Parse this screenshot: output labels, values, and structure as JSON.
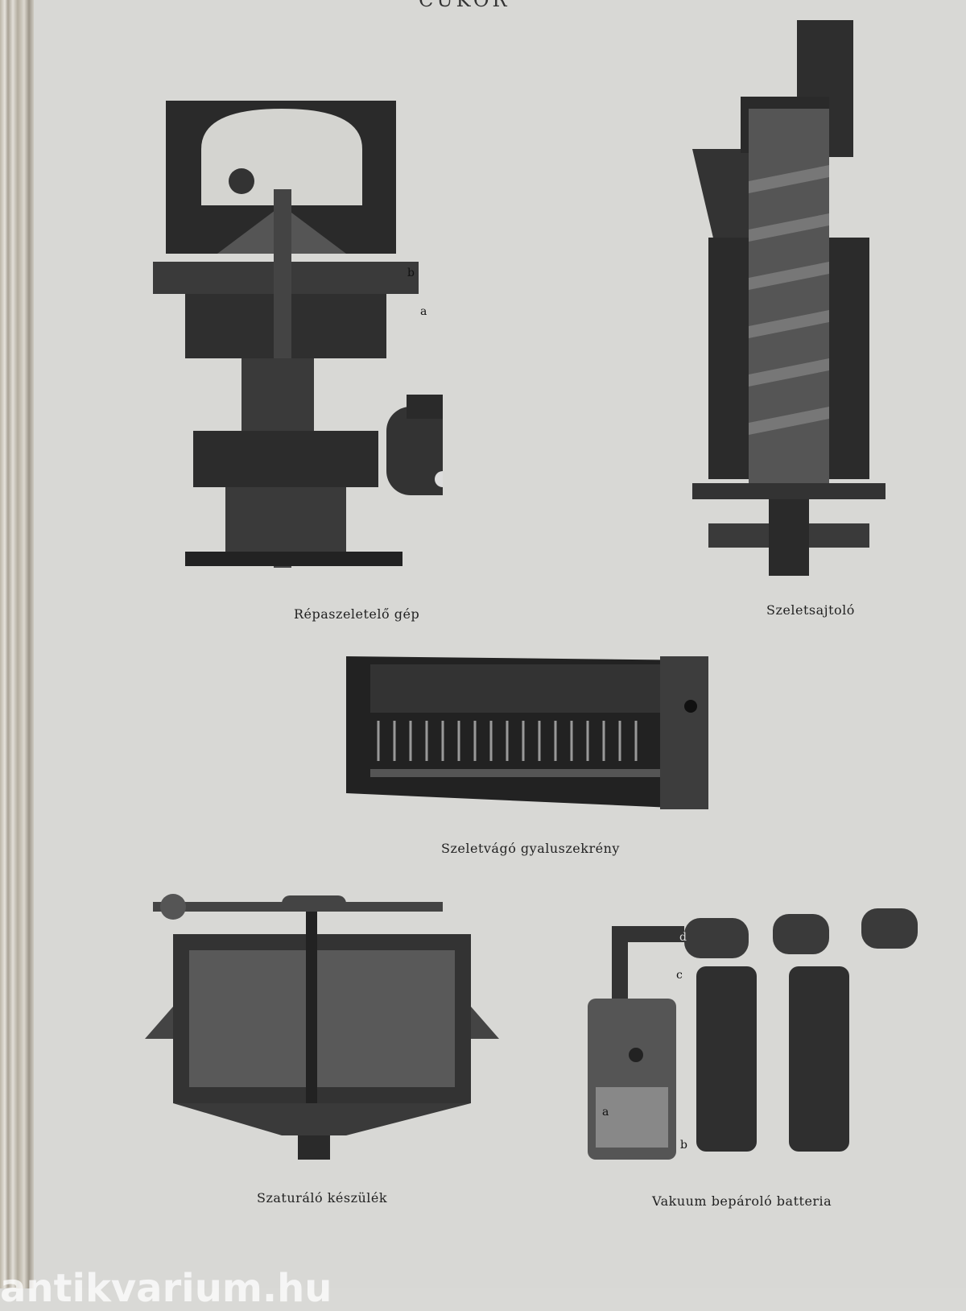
{
  "header": {
    "running_title": "CUKOR"
  },
  "figures": [
    {
      "caption": "Répaszeletelő gép",
      "labels": [
        "a",
        "b"
      ]
    },
    {
      "caption": "Szeletsajtoló"
    },
    {
      "caption": "Szeletvágó gyaluszekrény"
    },
    {
      "caption": "Szaturáló készülék"
    },
    {
      "caption": "Vakuum bepároló batteria",
      "labels": [
        "a",
        "b",
        "c",
        "d"
      ]
    }
  ],
  "watermark": "antikvarium.hu"
}
